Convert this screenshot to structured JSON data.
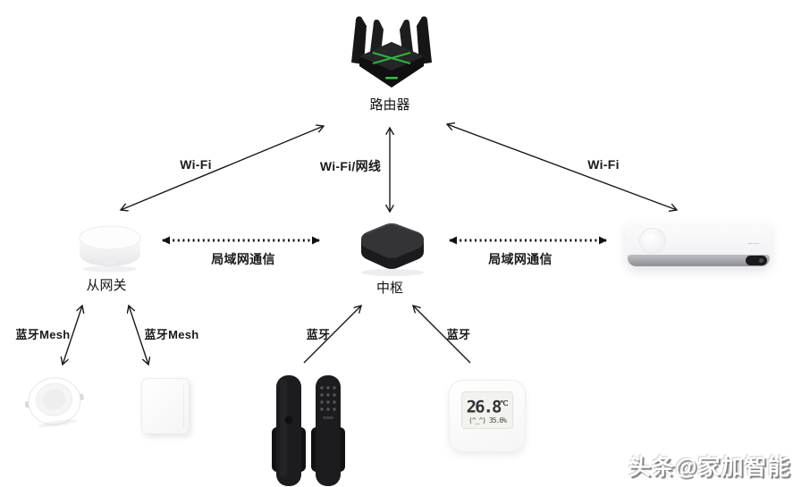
{
  "nodes": {
    "router": {
      "label": "路由器"
    },
    "gateway": {
      "label": "从网关"
    },
    "hub": {
      "label": "中枢"
    }
  },
  "edges": {
    "router_gateway": {
      "label": "Wi-Fi"
    },
    "router_hub": {
      "label": "Wi-Fi/网线"
    },
    "router_ac": {
      "label": "Wi-Fi"
    },
    "gateway_hub": {
      "label": "局域网通信"
    },
    "hub_ac": {
      "label": "局域网通信"
    },
    "gateway_downlight": {
      "label": "蓝牙Mesh"
    },
    "gateway_switch": {
      "label": "蓝牙Mesh"
    },
    "doorlock_hub": {
      "label": "蓝牙"
    },
    "sensor_hub": {
      "label": "蓝牙"
    }
  },
  "sensor_display": {
    "temperature": "26.8",
    "unit": "℃",
    "humidity": "(^_^) 35.6%"
  },
  "watermark": "头条@家加智能",
  "colors": {
    "line": "#1a1a1a",
    "accent_green": "#2ecc40",
    "device_dark": "#1c1c1e",
    "background": "#ffffff"
  }
}
